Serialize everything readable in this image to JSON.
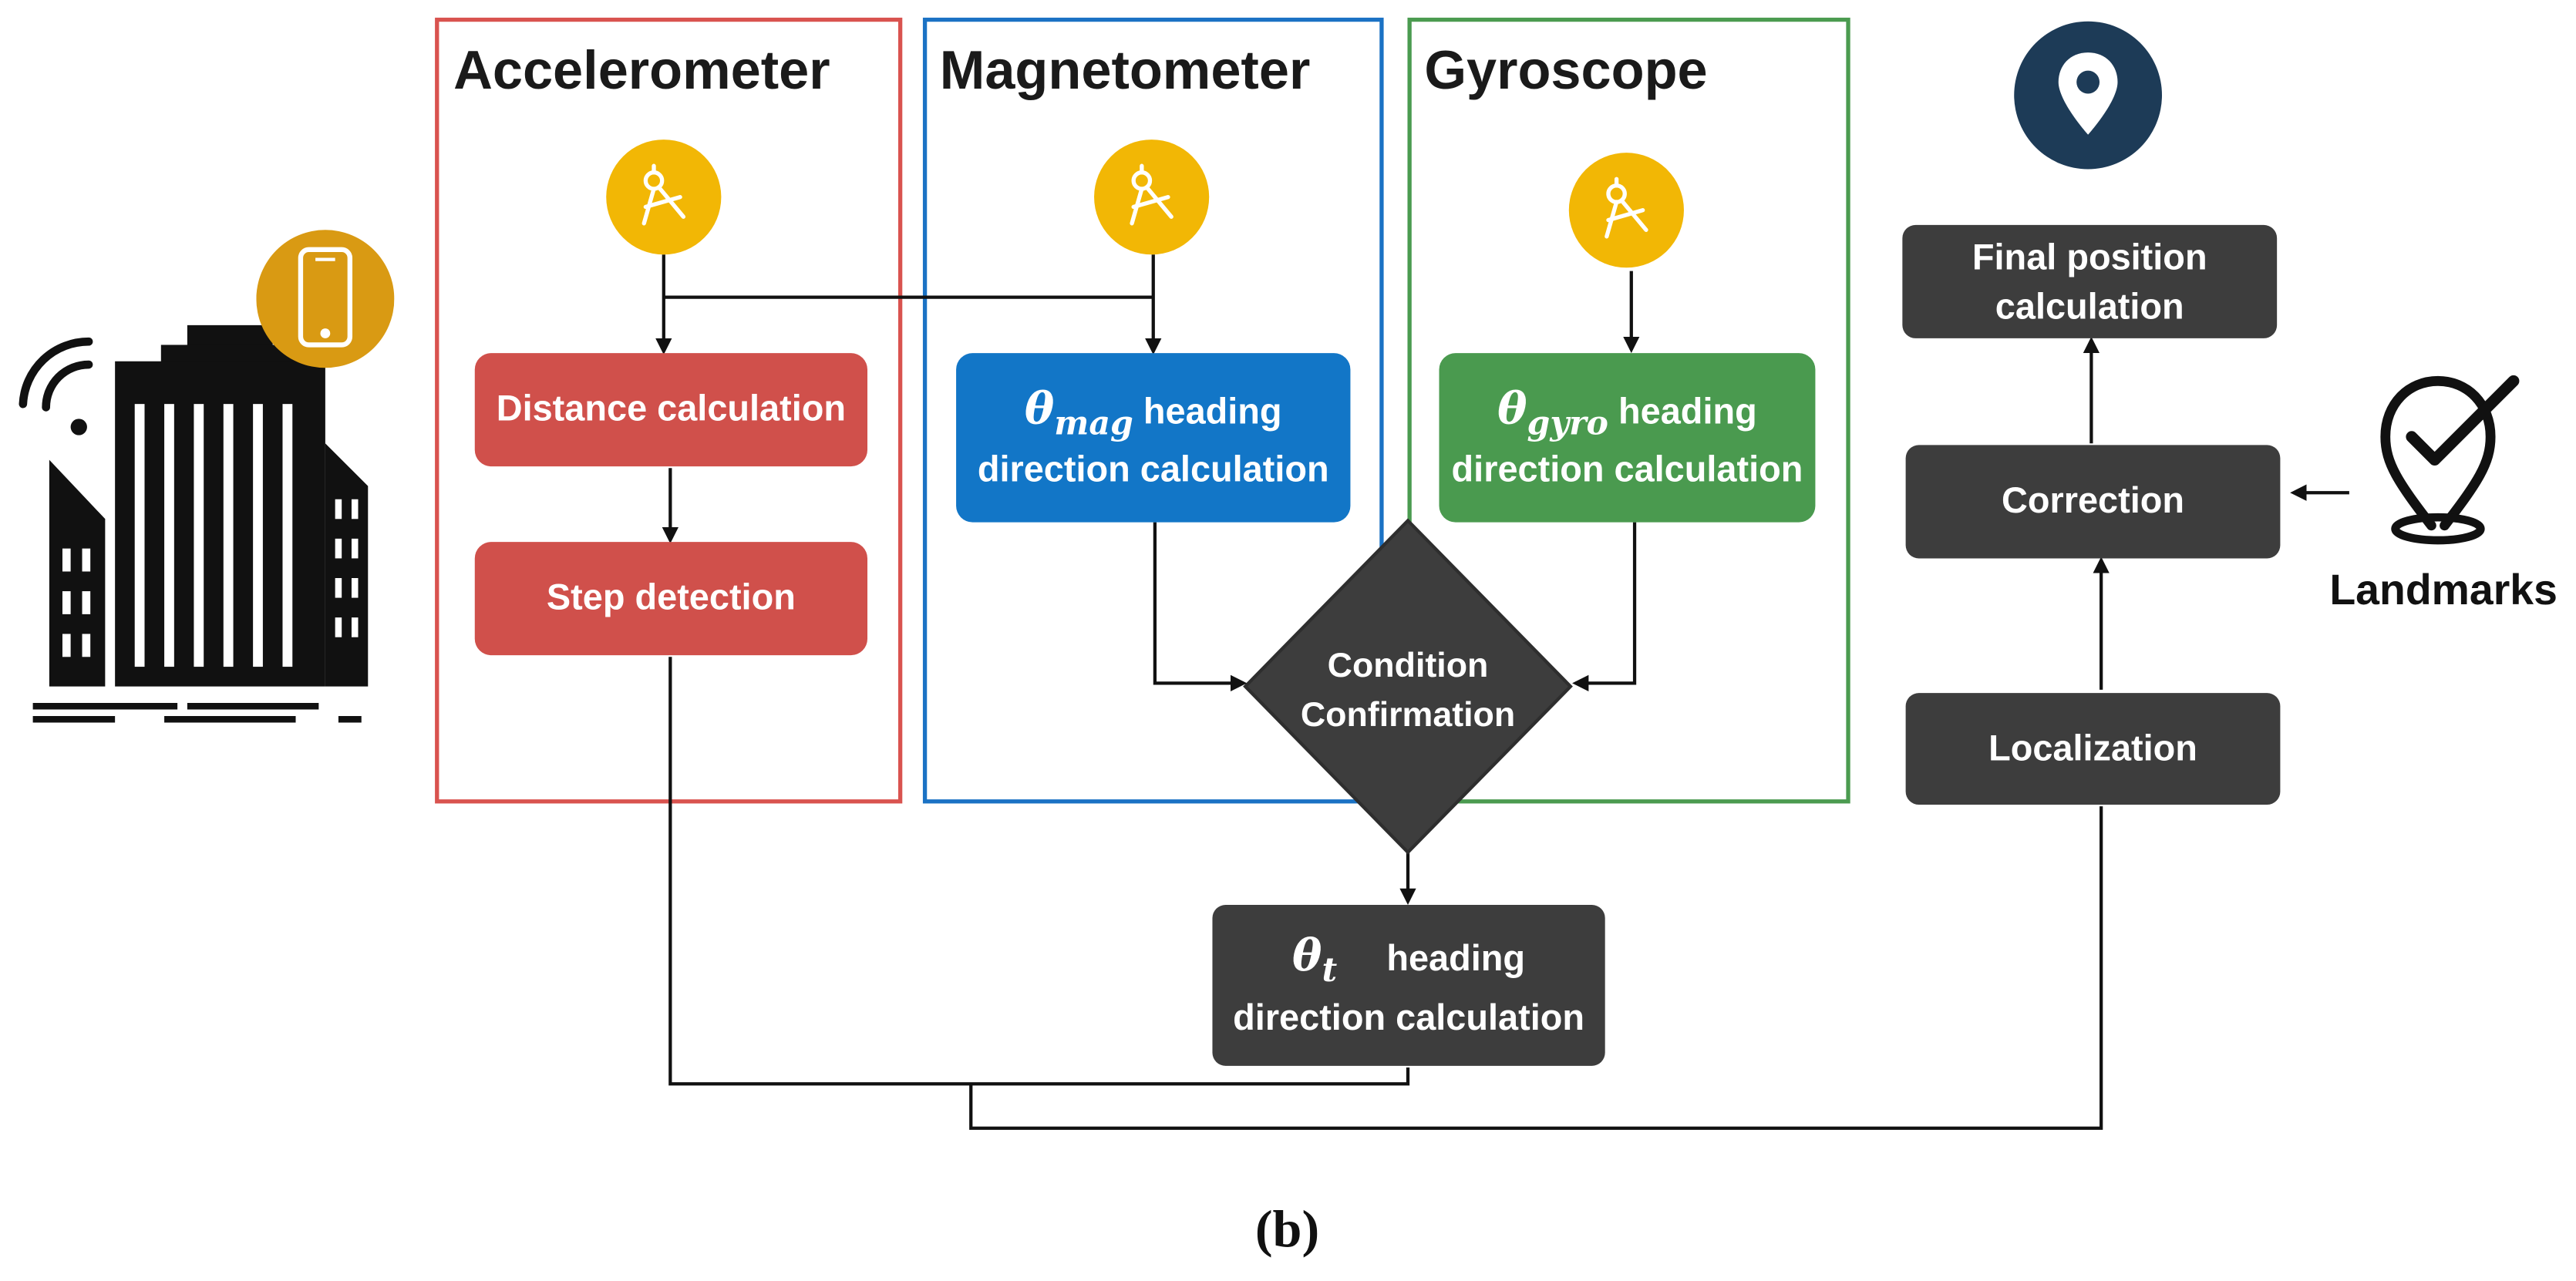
{
  "groups": {
    "accelerometer": {
      "title": "Accelerometer",
      "color": "#d9534f"
    },
    "magnetometer": {
      "title": "Magnetometer",
      "color": "#1b72c4"
    },
    "gyroscope": {
      "title": "Gyroscope",
      "color": "#4b9b50"
    }
  },
  "boxes": {
    "distance": "Distance calculation",
    "step": "Step detection",
    "mag": {
      "symbol": "θ",
      "sub": "mag",
      "l1": "heading",
      "l2": "direction calculation"
    },
    "gyro": {
      "symbol": "θ",
      "sub": "gyro",
      "l1": "heading",
      "l2": "direction calculation"
    },
    "condition": {
      "l1": "Condition",
      "l2": "Confirmation"
    },
    "theta_t": {
      "symbol": "θ",
      "sub": "t",
      "l1": "heading",
      "l2": "direction calculation"
    },
    "final": {
      "l1": "Final position",
      "l2": "calculation"
    },
    "correction": "Correction",
    "localization": "Localization"
  },
  "landmarks": "Landmarks",
  "caption": "(b)",
  "icons": {
    "sensor": "compass-sensor-icon",
    "phone": "smartphone-icon",
    "building": "building-icon",
    "wifi": "wifi-icon",
    "pin": "location-pin-icon",
    "landmark": "landmark-check-icon"
  },
  "colors": {
    "sensor_yellow": "#f2b705",
    "box_dark": "#3d3d3d",
    "pin_navy": "#1d3b57",
    "phone_gold": "#d99a13"
  }
}
